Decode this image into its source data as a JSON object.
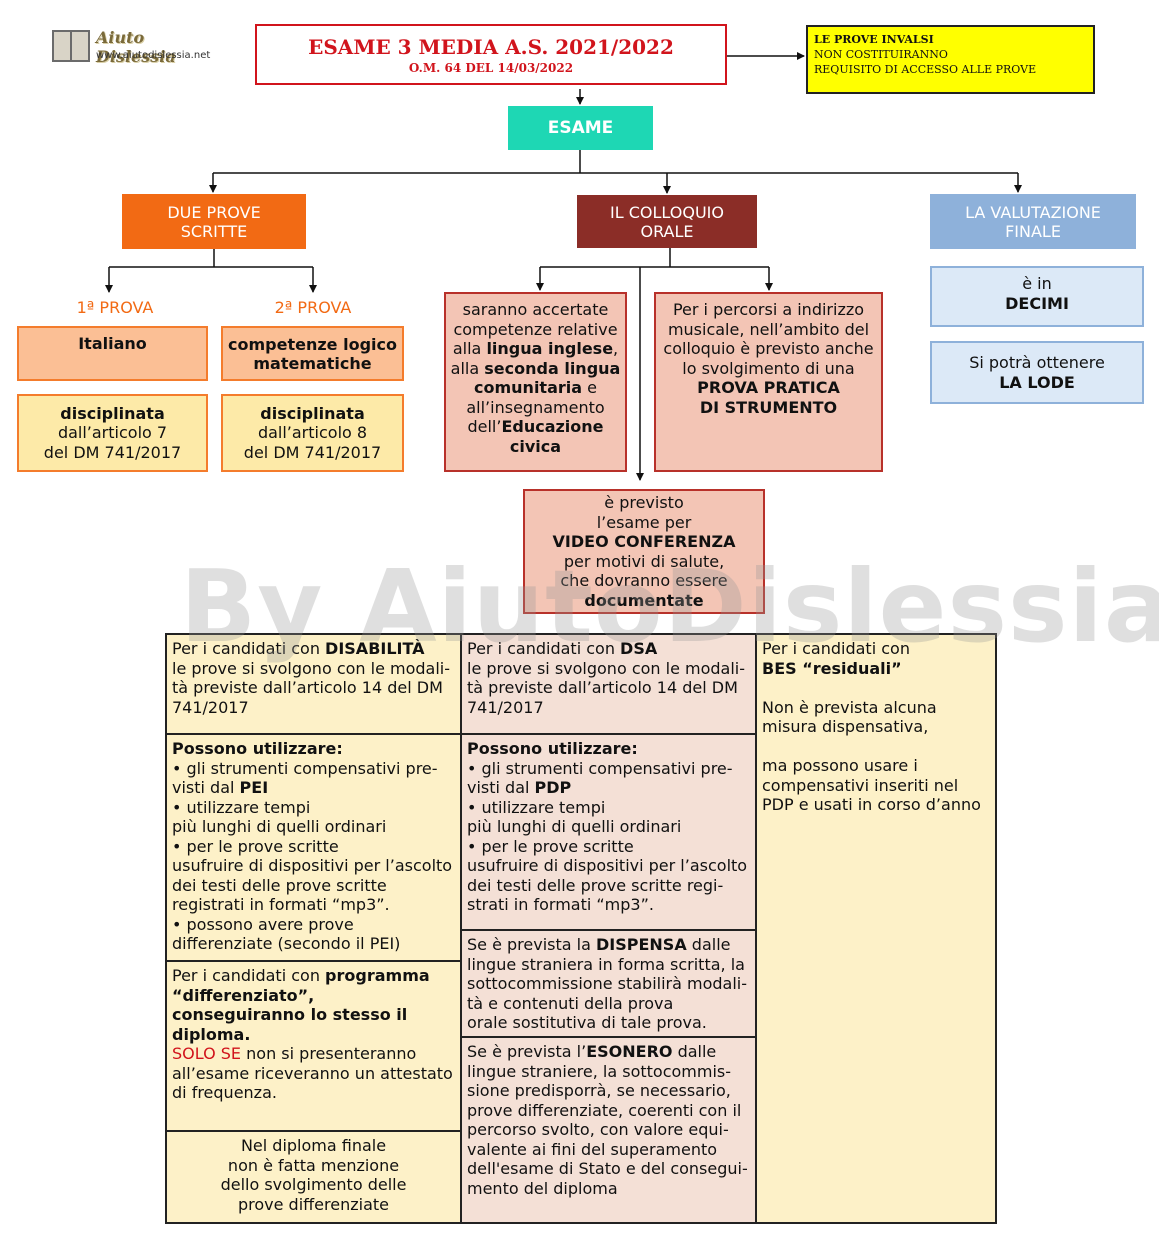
{
  "logo": {
    "name": "Aiuto Dislessia",
    "url": "www.aiutodislessia.net"
  },
  "title": {
    "main": "ESAME 3 MEDIA A.S. 2021/2022",
    "sub": "O.M. 64 DEL 14/03/2022"
  },
  "invalsi": {
    "line1": "LE PROVE INVALSI",
    "line2": "NON COSTITUIRANNO",
    "line3": "REQUISITO DI ACCESSO ALLE PROVE"
  },
  "esame": "ESAME",
  "branches": {
    "scritte": {
      "line1": "DUE PROVE",
      "line2": "SCRITTE"
    },
    "orale": {
      "line1": "IL COLLOQUIO",
      "line2": "ORALE"
    },
    "valutazione": {
      "line1": "LA VALUTAZIONE",
      "line2": "FINALE"
    }
  },
  "prove": {
    "p1_label": "1ª PROVA",
    "p2_label": "2ª PROVA",
    "p1_subject": "Italiano",
    "p2_subject_l1": "competenze logico",
    "p2_subject_l2": "matematiche",
    "p1_ref": {
      "l1": "disciplinata",
      "l2": "dall’articolo 7",
      "l3": "del DM 741/2017"
    },
    "p2_ref": {
      "l1": "disciplinata",
      "l2": "dall’articolo 8",
      "l3": "del DM 741/2017"
    }
  },
  "orale": {
    "lingue": {
      "l1": "saranno accertate",
      "l2": "competenze relative",
      "l3a": "alla ",
      "l3b": "lingua inglese",
      "l3c": ",",
      "l4a": "alla ",
      "l4b": "seconda lingua",
      "l5a": "comunitaria",
      "l5b": " e",
      "l6": "all’insegnamento",
      "l7a": "dell’",
      "l7b": "Educazione",
      "l8": "civica"
    },
    "strumento": {
      "l1": "Per i percorsi a indirizzo",
      "l2": "musicale, nell’ambito del",
      "l3": "colloquio è previsto anche",
      "l4": "lo svolgimento di una",
      "l5": "PROVA PRATICA",
      "l6": "DI STRUMENTO"
    },
    "video": {
      "l1": "è previsto",
      "l2": "l’esame per",
      "l3": "VIDEO CONFERENZA",
      "l4": "per motivi di salute,",
      "l5": "che dovranno essere",
      "l6": "documentate"
    }
  },
  "valutazione": {
    "decimi_l1": "è in",
    "decimi_l2": "DECIMI",
    "lode_l1": "Si potrà ottenere",
    "lode_l2": "LA LODE"
  },
  "watermark": "By AiutoDislessia.net",
  "table": {
    "disabilita": {
      "intro_a": "Per i candidati con ",
      "intro_b": "DISABILITÀ",
      "intro_l2": "le prove si svolgono con le modali-",
      "intro_l3": "tà previste dall’articolo 14 del DM",
      "intro_l4": "741/2017",
      "possono": "Possono utilizzare:",
      "b1_l1": "• gli strumenti compensativi pre-",
      "b1_l2a": "visti dal ",
      "b1_l2b": "PEI",
      "b2_l1": "• utilizzare tempi",
      "b2_l2": "più lunghi di quelli ordinari",
      "b3_l1": "• per le prove scritte",
      "b3_l2": "usufruire di dispositivi per l’ascolto",
      "b3_l3": "dei testi delle prove scritte",
      "b3_l4": "registrati in formati “mp3”.",
      "b4_l1": "• possono avere prove",
      "b4_l2": "differenziate (secondo il PEI)",
      "diff_l1a": "Per i candidati con ",
      "diff_l1b": "programma",
      "diff_l2": "“differenziato”,",
      "diff_l3": "conseguiranno lo stesso il",
      "diff_l4": "diploma.",
      "diff_l5a": "SOLO SE",
      "diff_l5b": " non si presenteranno",
      "diff_l6": "all’esame riceveranno un attestato",
      "diff_l7": "di frequenza.",
      "diploma_l1": "Nel diploma finale",
      "diploma_l2": "non è fatta menzione",
      "diploma_l3": "dello svolgimento delle",
      "diploma_l4": "prove differenziate"
    },
    "dsa": {
      "intro_a": "Per i candidati con ",
      "intro_b": "DSA",
      "intro_l2": "le prove si svolgono con le modali-",
      "intro_l3": "tà previste dall’articolo 14 del DM",
      "intro_l4": "741/2017",
      "possono": "Possono utilizzare:",
      "b1_l1": "• gli strumenti compensativi pre-",
      "b1_l2a": "visti dal ",
      "b1_l2b": "PDP",
      "b2_l1": "• utilizzare tempi",
      "b2_l2": "più lunghi di quelli ordinari",
      "b3_l1": "• per le prove scritte",
      "b3_l2": "usufruire di dispositivi per l’ascolto",
      "b3_l3": "dei testi delle prove scritte regi-",
      "b3_l4": "strati in formati “mp3”.",
      "disp_l1a": "Se è prevista la ",
      "disp_l1b": "DISPENSA",
      "disp_l1c": " dalle",
      "disp_l2": "lingue straniera in forma scritta, la",
      "disp_l3": "sottocommissione stabilirà modali-",
      "disp_l4": "tà e contenuti della prova",
      "disp_l5": "orale sostitutiva di tale prova.",
      "eso_l1a": "Se è prevista l’",
      "eso_l1b": "ESONERO",
      "eso_l1c": " dalle",
      "eso_l2": "lingue straniere, la sottocommis-",
      "eso_l3": "sione predisporrà, se necessario,",
      "eso_l4": "prove differenziate, coerenti con il",
      "eso_l5": "percorso svolto, con valore equi-",
      "eso_l6": "valente ai fini del superamento",
      "eso_l7": "dell'esame di Stato e del consegui-",
      "eso_l8": "mento del diploma"
    },
    "bes": {
      "l1": "Per i candidati con",
      "l2": "BES “residuali”",
      "l3": "Non è prevista alcuna",
      "l4": "misura dispensativa,",
      "l5": "ma possono usare i",
      "l6": "compensativi inseriti nel",
      "l7": "PDP e usati in corso d’anno"
    }
  },
  "colors": {
    "title_red": "#d1141c",
    "esame_teal": "#1ed7b4",
    "scritte_orange": "#f26a14",
    "orale_brown": "#8b2d27",
    "valutazione_blue": "#8eb1da",
    "invalsi_yellow": "#ffff00"
  }
}
